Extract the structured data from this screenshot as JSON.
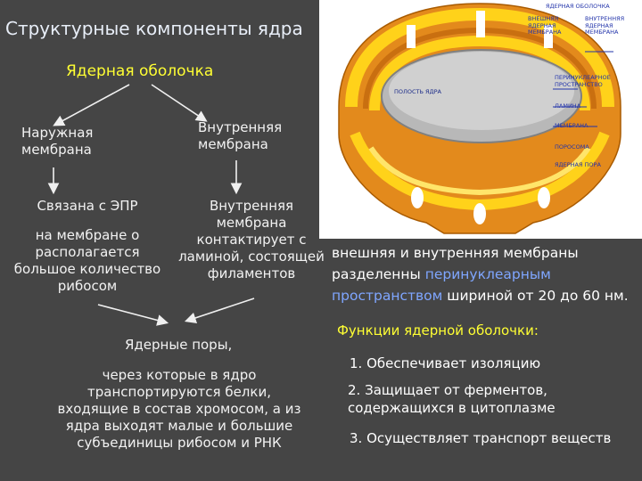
{
  "title": "Структурные компоненты ядра",
  "nuclear_envelope": "Ядерная оболочка",
  "outer_membrane": {
    "line1": "Наружная",
    "line2": "мембрана"
  },
  "inner_membrane": {
    "line1": "Внутренняя",
    "line2": "мембрана"
  },
  "outer_desc": [
    "Связана с ЭПР",
    "",
    "на мембране о",
    "располагается",
    "большое количество",
    "рибосом"
  ],
  "inner_desc": [
    "Внутренняя",
    "мембрана",
    "контактирует с",
    "ламиной, состоящей",
    "филаментов"
  ],
  "pores_title": "Ядерные поры,",
  "pores_desc": [
    "через которые в ядро",
    "транспортируются белки,",
    "входящие в состав хромосом, а из",
    "ядра выходят малые и большие",
    "субъединицы рибосом и РНК"
  ],
  "membranes_desc": {
    "line1": "внешняя и внутренняя мембраны",
    "line2_a": "разделенны ",
    "line2_b": "перинуклеарным",
    "line3_a": "пространством",
    "line3_b": " шириной от 20 до 60 нм."
  },
  "functions_title": "Функции ядерной оболочки:",
  "functions": [
    "1. Обеспечивает изоляцию",
    "2. Защищает от ферментов,",
    "содержащихся в цитоплазме",
    "3. Осуществляет транспорт веществ"
  ],
  "illustration_labels": {
    "envelope": "ЯДЕРНАЯ ОБОЛОЧКА",
    "outer": [
      "ВНЕШНЯЯ",
      "ЯДЕРНАЯ",
      "МЕМБРАНА"
    ],
    "inner": [
      "ВНУТРЕННЯЯ",
      "ЯДЕРНАЯ",
      "МЕМБРАНА"
    ],
    "cavity": "ПОЛОСТЬ ЯДРА",
    "perinuclear": [
      "ПЕРИНУКЛЕАРНОЕ",
      "ПРОСТРАНСТВО"
    ],
    "lamina": "ЛАМИНА",
    "membrane": "МЕМБРАНА",
    "pore_complex": "ПОРОСОМА",
    "pore": "ЯДЕРНАЯ ПОРА"
  },
  "colors": {
    "background": "#454545",
    "accent_yellow": "#ffff33",
    "highlight_blue": "#7fa6ff",
    "envelope_orange": "#e38a1c",
    "envelope_yellow": "#ffd21a"
  }
}
